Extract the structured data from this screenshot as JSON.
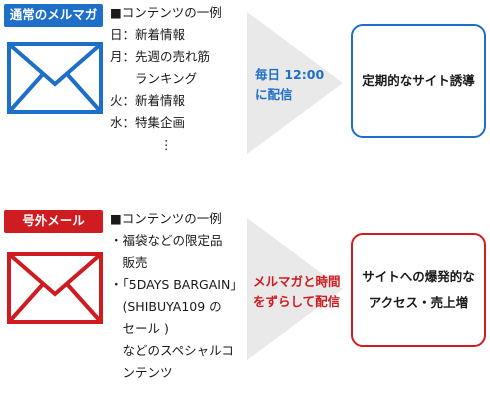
{
  "colors": {
    "blue": "#1e6fc8",
    "red": "#cf1c20",
    "arrow_fill": "#e9e9e9"
  },
  "top": {
    "tag": "通常のメルマガ",
    "icon": "envelope-icon",
    "list": [
      "■コンテンツの一例",
      "日：新着情報",
      "月：先週の売れ筋",
      "　　ランキング",
      "火：新着情報",
      "水：特集企画",
      "　　　　⋮"
    ],
    "arrow_label_1": "毎日 12:00",
    "arrow_label_2": "に配信",
    "result_1": "定期的なサイト誘導"
  },
  "bottom": {
    "tag": "号外メール",
    "icon": "envelope-icon",
    "list": [
      "■コンテンツの一例",
      "・福袋などの限定品",
      "　販売",
      "・「5DAYS BARGAIN」",
      "　(SHIBUYA109 の",
      "　セール )",
      "　などのスペシャルコ",
      "　ンテンツ"
    ],
    "arrow_label_1": "メルマガと時間",
    "arrow_label_2": "をずらして配信",
    "result_1": "サイトへの爆発的な",
    "result_2": "アクセス・売上増"
  }
}
